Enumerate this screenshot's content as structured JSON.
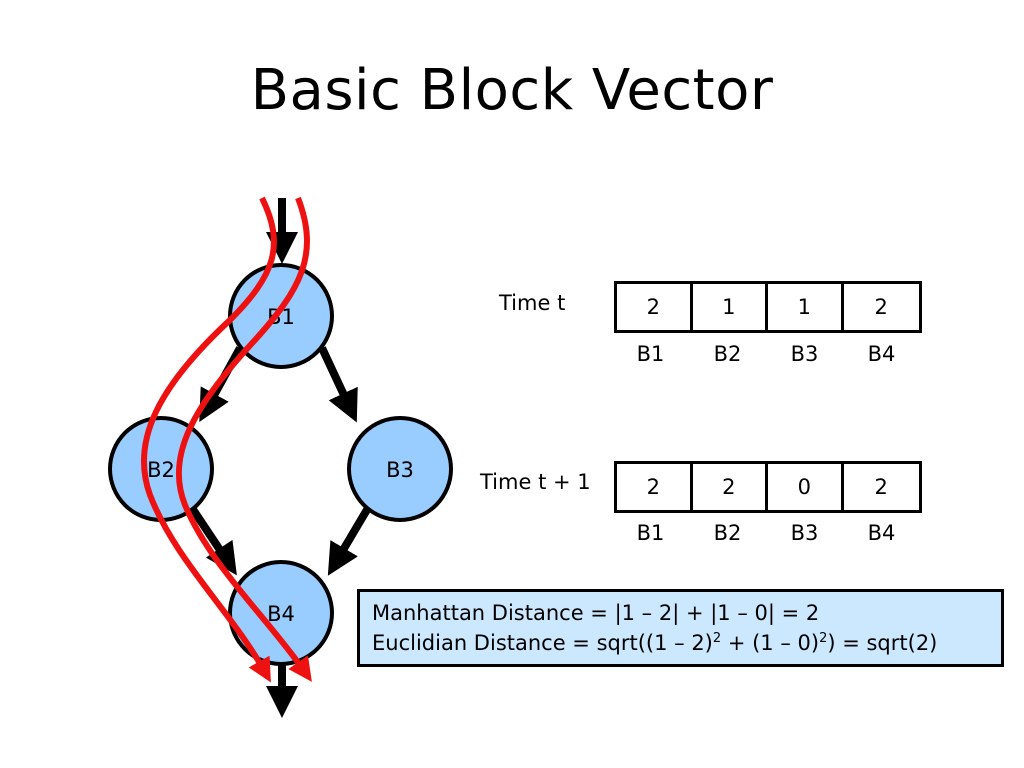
{
  "title": "Basic Block Vector",
  "graph": {
    "nodes": [
      {
        "id": "B1",
        "label": "B1"
      },
      {
        "id": "B2",
        "label": "B2"
      },
      {
        "id": "B3",
        "label": "B3"
      },
      {
        "id": "B4",
        "label": "B4"
      }
    ],
    "edges": [
      [
        "B1",
        "B2"
      ],
      [
        "B1",
        "B3"
      ],
      [
        "B2",
        "B4"
      ],
      [
        "B3",
        "B4"
      ]
    ],
    "node_fill": "#99ccff",
    "path_color": "#ee1111"
  },
  "vectors": [
    {
      "label": "Time t",
      "values": [
        "2",
        "1",
        "1",
        "2"
      ],
      "headers": [
        "B1",
        "B2",
        "B3",
        "B4"
      ]
    },
    {
      "label": "Time t + 1",
      "values": [
        "2",
        "2",
        "0",
        "2"
      ],
      "headers": [
        "B1",
        "B2",
        "B3",
        "B4"
      ]
    }
  ],
  "distances": {
    "manhattan": "Manhattan Distance = |1 – 2| + |1 – 0| = 2",
    "euclid_a": "Euclidian Distance = sqrt((1 – 2)",
    "euclid_sup1": "2",
    "euclid_b": " + (1 – 0)",
    "euclid_sup2": "2",
    "euclid_c": ") = sqrt(2)"
  }
}
